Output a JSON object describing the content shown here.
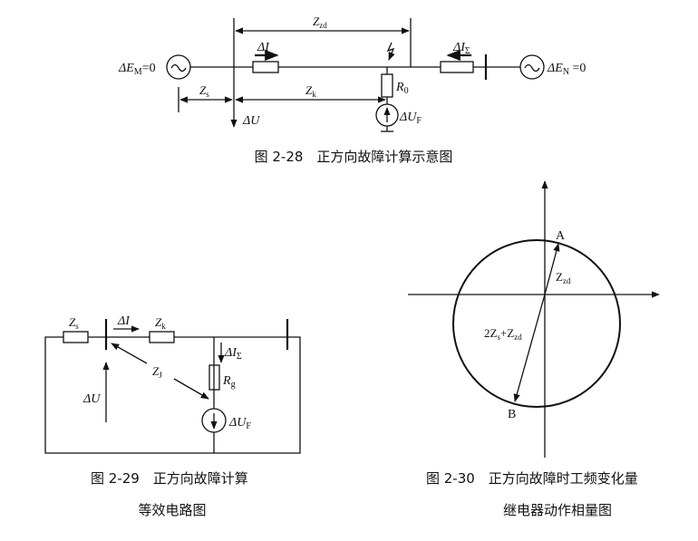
{
  "fig1": {
    "caption": "图 2-28　正方向故障计算示意图",
    "em_label": "ΔE",
    "em_sub": "M",
    "em_eq": "=0",
    "en_label": "ΔE",
    "en_sub": "N",
    "en_eq": " =0",
    "zzd": "Z",
    "zzd_sub": "zd",
    "di": "ΔI",
    "dis": "ΔI",
    "dis_sub": "Σ",
    "r0": "R",
    "r0_sub": "0",
    "zs": "Z",
    "zs_sub": "s",
    "zk": "Z",
    "zk_sub": "k",
    "du": "ΔU",
    "duf": "ΔU",
    "duf_sub": "F"
  },
  "fig2": {
    "caption_line1": "图 2-29　正方向故障计算",
    "caption_line2": "等效电路图",
    "zs": "Z",
    "zs_sub": "s",
    "di": "ΔI",
    "zk": "Z",
    "zk_sub": "k",
    "dis": "ΔI",
    "dis_sub": "Σ",
    "zj": "Z",
    "zj_sub": "J",
    "rg": "R",
    "rg_sub": "g",
    "du": "ΔU",
    "duf": "ΔU",
    "duf_sub": "F"
  },
  "fig3": {
    "caption_line1": "图 2-30　正方向故障时工频变化量",
    "caption_line2": "继电器动作相量图",
    "point_a": "A",
    "point_b": "B",
    "zzd": "Z",
    "zzd_sub": "zd",
    "zb": "2Z",
    "zb_sub": "s",
    "zb_rest": "+Z",
    "zb_sub2": "zd"
  }
}
